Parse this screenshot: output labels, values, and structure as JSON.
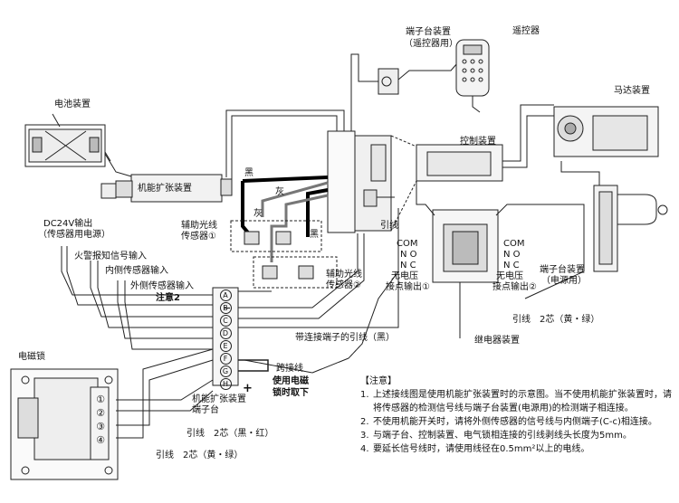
{
  "labels": {
    "battery_unit": "电池装置",
    "terminal_remote_l1": "端子台装置",
    "terminal_remote_l2": "（遥控器用）",
    "remote_controller": "遥控器",
    "motor_unit": "马达装置",
    "expansion_unit": "机能扩张装置",
    "control_unit": "控制装置",
    "black_top": "黑",
    "gray_1": "灰",
    "gray_2": "灰",
    "black_right": "黑",
    "aux_sensor1_l1": "辅助光线",
    "aux_sensor1_l2": "传感器①",
    "aux_sensor2_l1": "辅助光线",
    "aux_sensor2_l2": "传感器②",
    "lead_wire_mid": "引线",
    "dc24_l1": "DC24V输出",
    "dc24_l2": "（传感器用电源）",
    "fire_alarm": "火警报知信号输入",
    "inner_sensor": "内侧传感器输入",
    "outer_sensor": "外侧传感器输入",
    "note2": "注意2",
    "com1": "COM",
    "no1": "N O",
    "nc1": "N C",
    "com2": "COM",
    "no2": "N O",
    "nc2": "N C",
    "novolt1_l1": "无电压",
    "novolt1_l2": "接点输出①",
    "novolt2_l1": "无电压",
    "novolt2_l2": "接点输出②",
    "terminal_power_l1": "端子台装置",
    "terminal_power_l2": "（电源用）",
    "lead_2core_yg_right": "引线　2芯（黄・绿）",
    "lead_with_terminal": "带连接端子的引线（黑）",
    "relay_unit": "继电器装置",
    "ext_terminal_l1": "机能扩张装置",
    "ext_terminal_l2": "端子台",
    "jumper": "跨接线",
    "remove_l1": "使用电磁",
    "remove_l2": "锁时取下",
    "em_lock": "电磁锁",
    "lead_2core_br": "引线　2芯（黑・红）",
    "lead_2core_yg_bottom": "引线　2芯（黄・绿）",
    "plus": "+",
    "minus": "−"
  },
  "terminals": [
    "A",
    "B",
    "C",
    "D",
    "E",
    "F",
    "G",
    "H"
  ],
  "lock_terminals": [
    "①",
    "②",
    "③",
    "④"
  ],
  "notes": {
    "title": "【注意】",
    "items": [
      {
        "num": "1.",
        "text": "上述接线图是使用机能扩张装置时的示意图。当不使用机能扩张装置时，请将传感器的检测信号线与端子台装置(电源用)的检测端子相连接。"
      },
      {
        "num": "2.",
        "text": "不使用机能开关时，请将外侧传感器的信号线与内侧端子(C-c)相连接。"
      },
      {
        "num": "3.",
        "text": "与端子台、控制装置、电气锁相连接的引线剥线头长度为5mm。"
      },
      {
        "num": "4.",
        "text": "要延长信号线时，请使用线径在0.5mm²以上的电线。"
      }
    ]
  }
}
